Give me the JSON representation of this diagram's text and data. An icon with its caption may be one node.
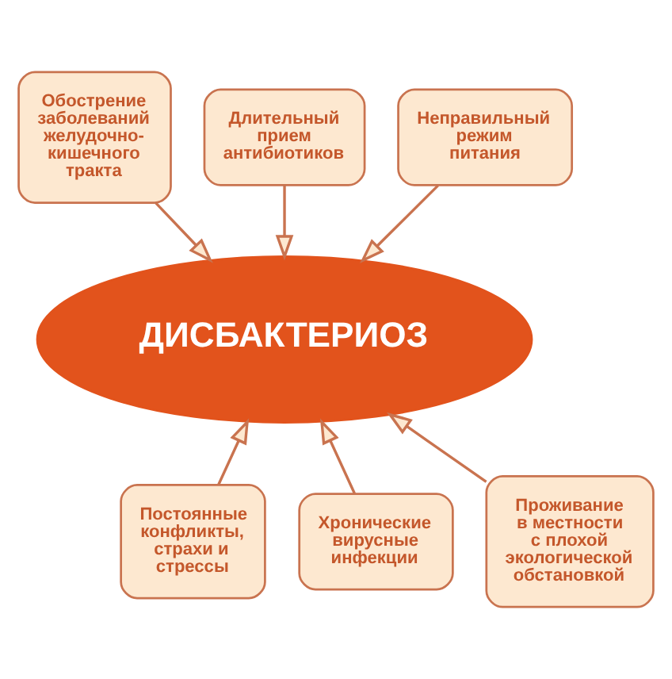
{
  "diagram": {
    "nodes": [
      {
        "text": [
          "Обострение заболеваний желудочно-кишечного тракта"
        ]
      },
      {
        "text": [
          "Длительный прием антибиотиков"
        ]
      },
      {
        "text": [
          "Неправильный режим питания"
        ]
      },
      {
        "text": [
          "ДИСБАКТЕРИОЗ"
        ]
      },
      {
        "text": [
          "Постоянные конфликты, страхи и стрессы"
        ]
      },
      {
        "text": [
          "Хронические вирусные инфекции"
        ]
      },
      {
        "text": [
          "Проживание в местности с плохой экологической обстановкой"
        ]
      }
    ],
    "edges": [
      {
        "from": 0,
        "to": 3,
        "arrow": "to"
      },
      {
        "from": 1,
        "to": 3,
        "arrow": "to"
      },
      {
        "from": 2,
        "to": 3,
        "arrow": "to"
      },
      {
        "from": 4,
        "to": 3,
        "arrow": "to"
      },
      {
        "from": 5,
        "to": 3,
        "arrow": "to"
      },
      {
        "from": 6,
        "to": 3,
        "arrow": "to"
      }
    ]
  }
}
